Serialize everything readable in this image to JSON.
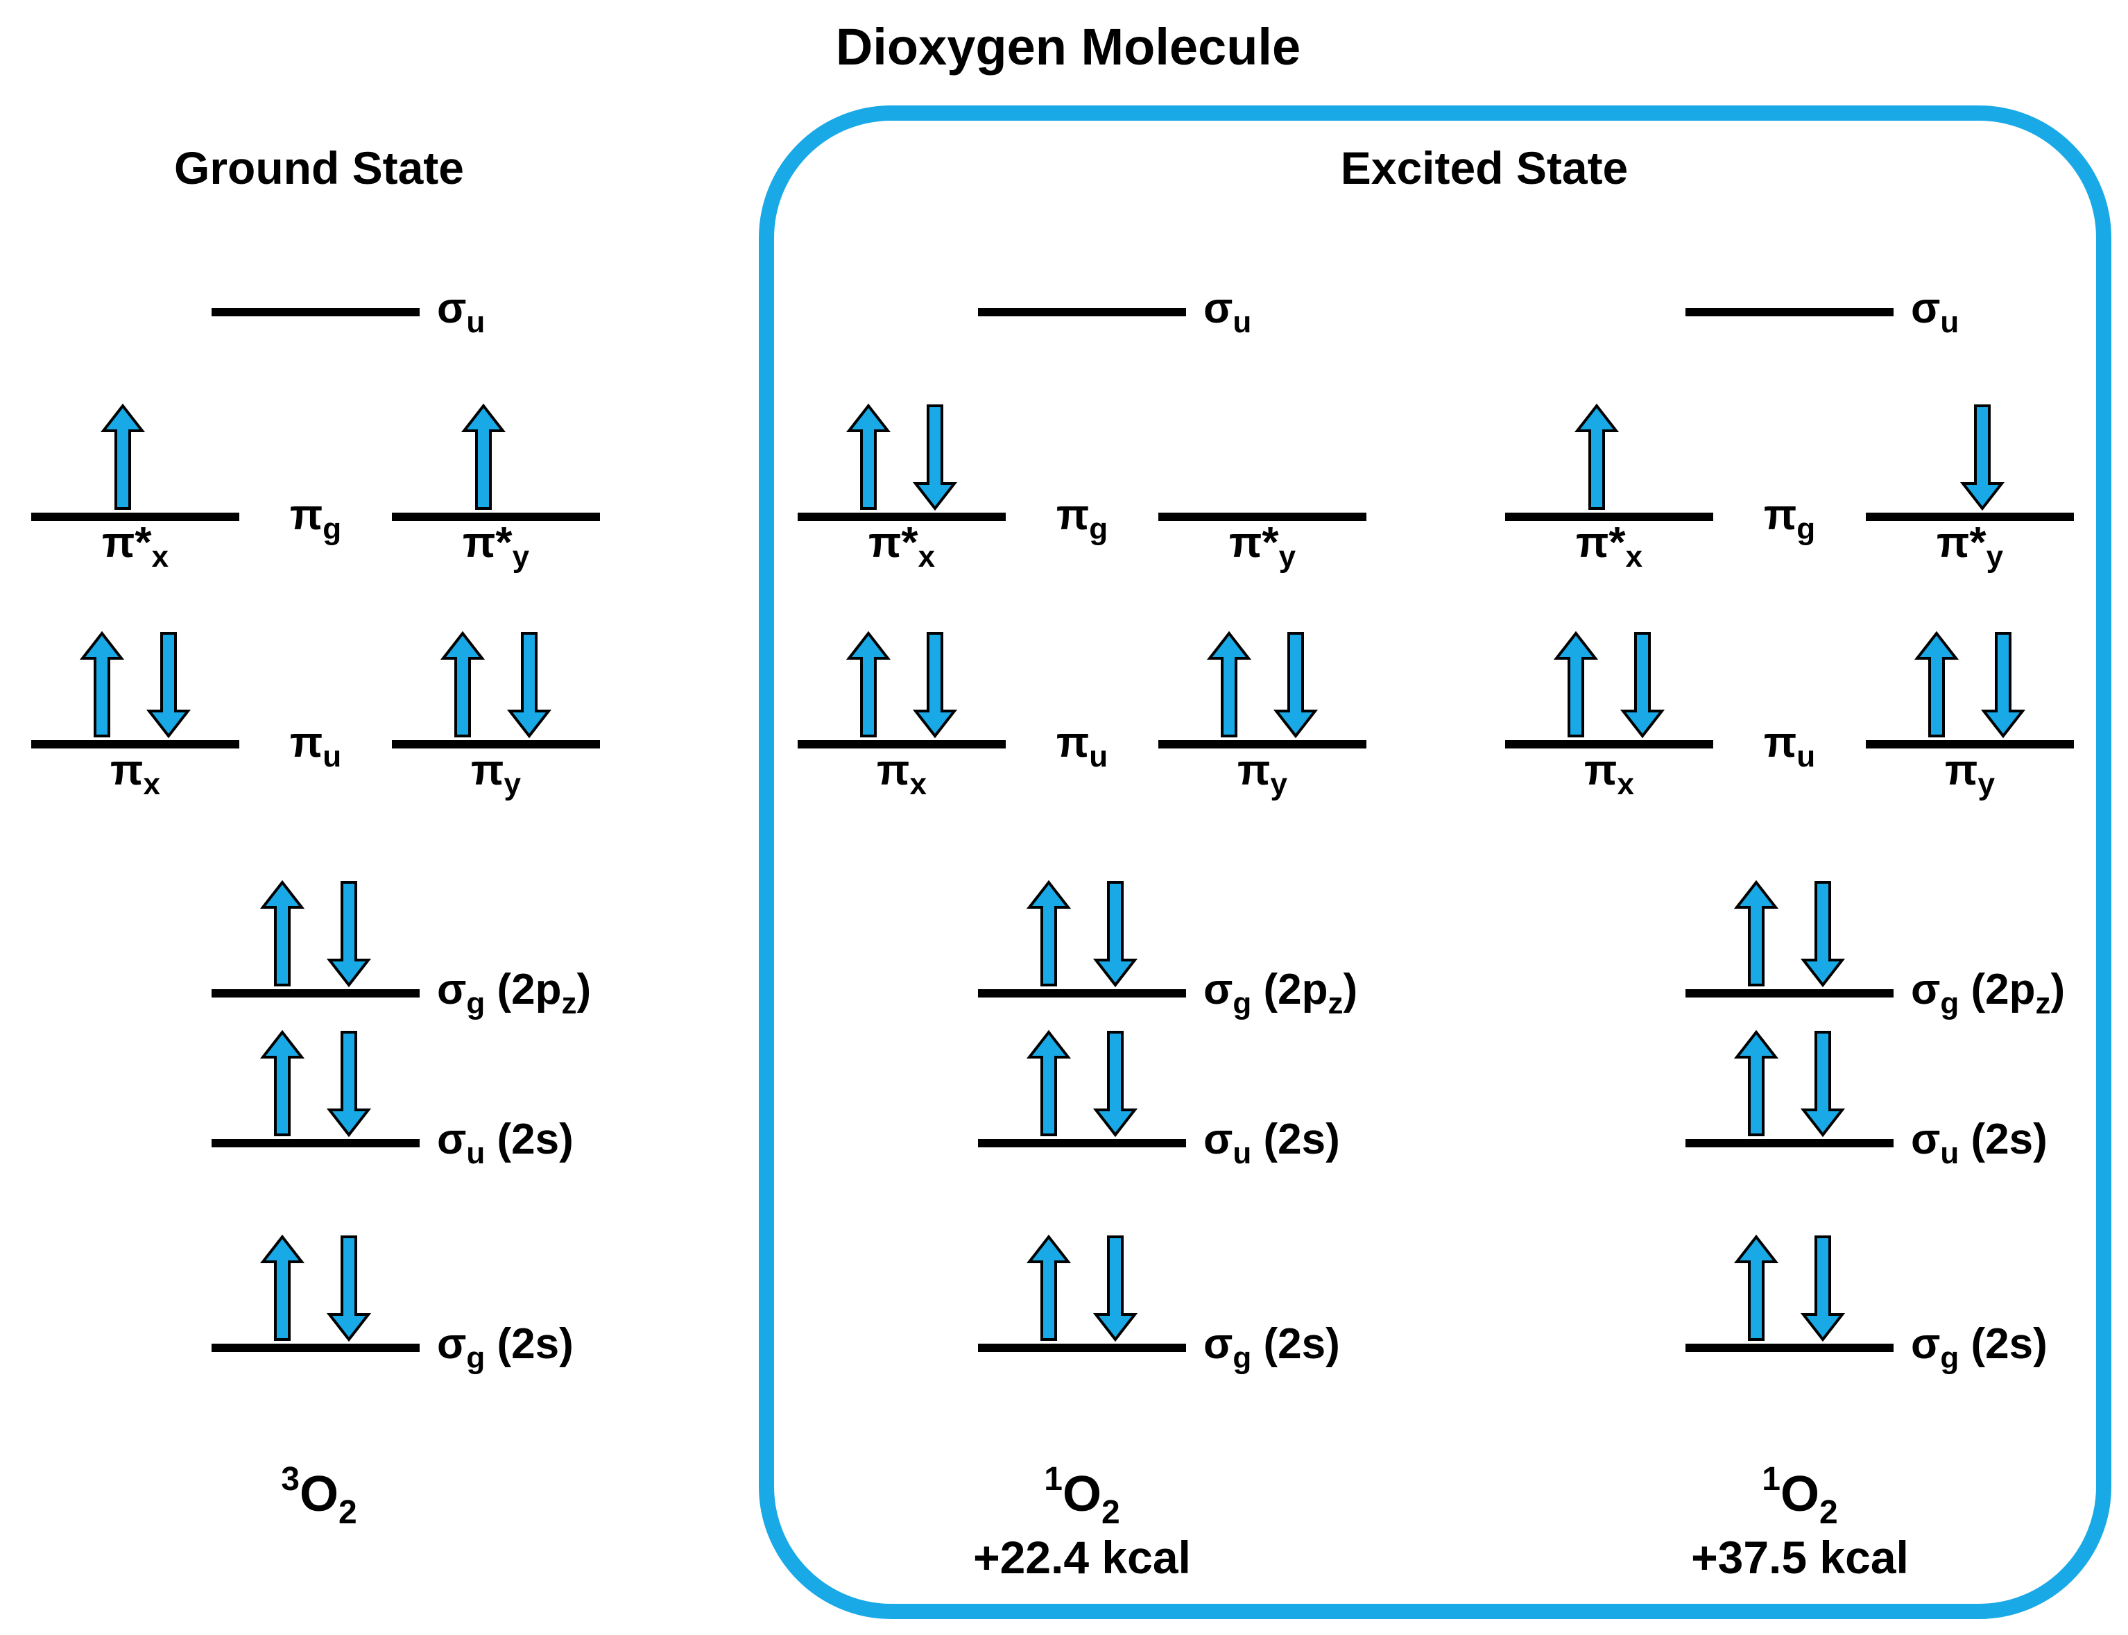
{
  "title": "Dioxygen Molecule",
  "colors": {
    "accent": "#19a9e6",
    "ink": "#000000",
    "background": "#ffffff"
  },
  "panels": [
    {
      "heading": "Ground State",
      "species": {
        "sup": "3",
        "base": "O",
        "sub": "2"
      },
      "energy": ""
    },
    {
      "heading": "Excited State",
      "species": {
        "sup": "1",
        "base": "O",
        "sub": "2"
      },
      "energy": "+22.4 kcal"
    },
    {
      "heading": "",
      "species": {
        "sup": "1",
        "base": "O",
        "sub": "2"
      },
      "energy": "+37.5 kcal"
    }
  ],
  "orbital_labels": {
    "sigma_u_star": {
      "sym": "σ",
      "sub": "u",
      "tail": ""
    },
    "pi_g": {
      "sym": "π",
      "sub": "g"
    },
    "pi_u": {
      "sym": "π",
      "sub": "u"
    },
    "pi_star_x": {
      "sym": "π*",
      "sub": "x"
    },
    "pi_star_y": {
      "sym": "π*",
      "sub": "y"
    },
    "pi_x": {
      "sym": "π",
      "sub": "x"
    },
    "pi_y": {
      "sym": "π",
      "sub": "y"
    },
    "sigma_g_2pz": {
      "sym": "σ",
      "sub": "g",
      "tail": " (2p",
      "tail_sub": "z",
      "tail_end": ")"
    },
    "sigma_u_2s": {
      "sym": "σ",
      "sub": "u",
      "tail": " (2s)"
    },
    "sigma_g_2s": {
      "sym": "σ",
      "sub": "g",
      "tail": " (2s)"
    }
  },
  "occupancy": [
    {
      "sigma_u_star": "",
      "pi_star_x": "up",
      "pi_star_y": "up",
      "pi_x": "up-down",
      "pi_y": "up-down",
      "sigma_g_2pz": "up-down",
      "sigma_u_2s": "up-down",
      "sigma_g_2s": "up-down"
    },
    {
      "sigma_u_star": "",
      "pi_star_x": "up-down",
      "pi_star_y": "",
      "pi_x": "up-down",
      "pi_y": "up-down",
      "sigma_g_2pz": "up-down",
      "sigma_u_2s": "up-down",
      "sigma_g_2s": "up-down"
    },
    {
      "sigma_u_star": "",
      "pi_star_x": "up",
      "pi_star_y": "down",
      "pi_x": "up-down",
      "pi_y": "up-down",
      "sigma_g_2pz": "up-down",
      "sigma_u_2s": "up-down",
      "sigma_g_2s": "up-down"
    }
  ]
}
